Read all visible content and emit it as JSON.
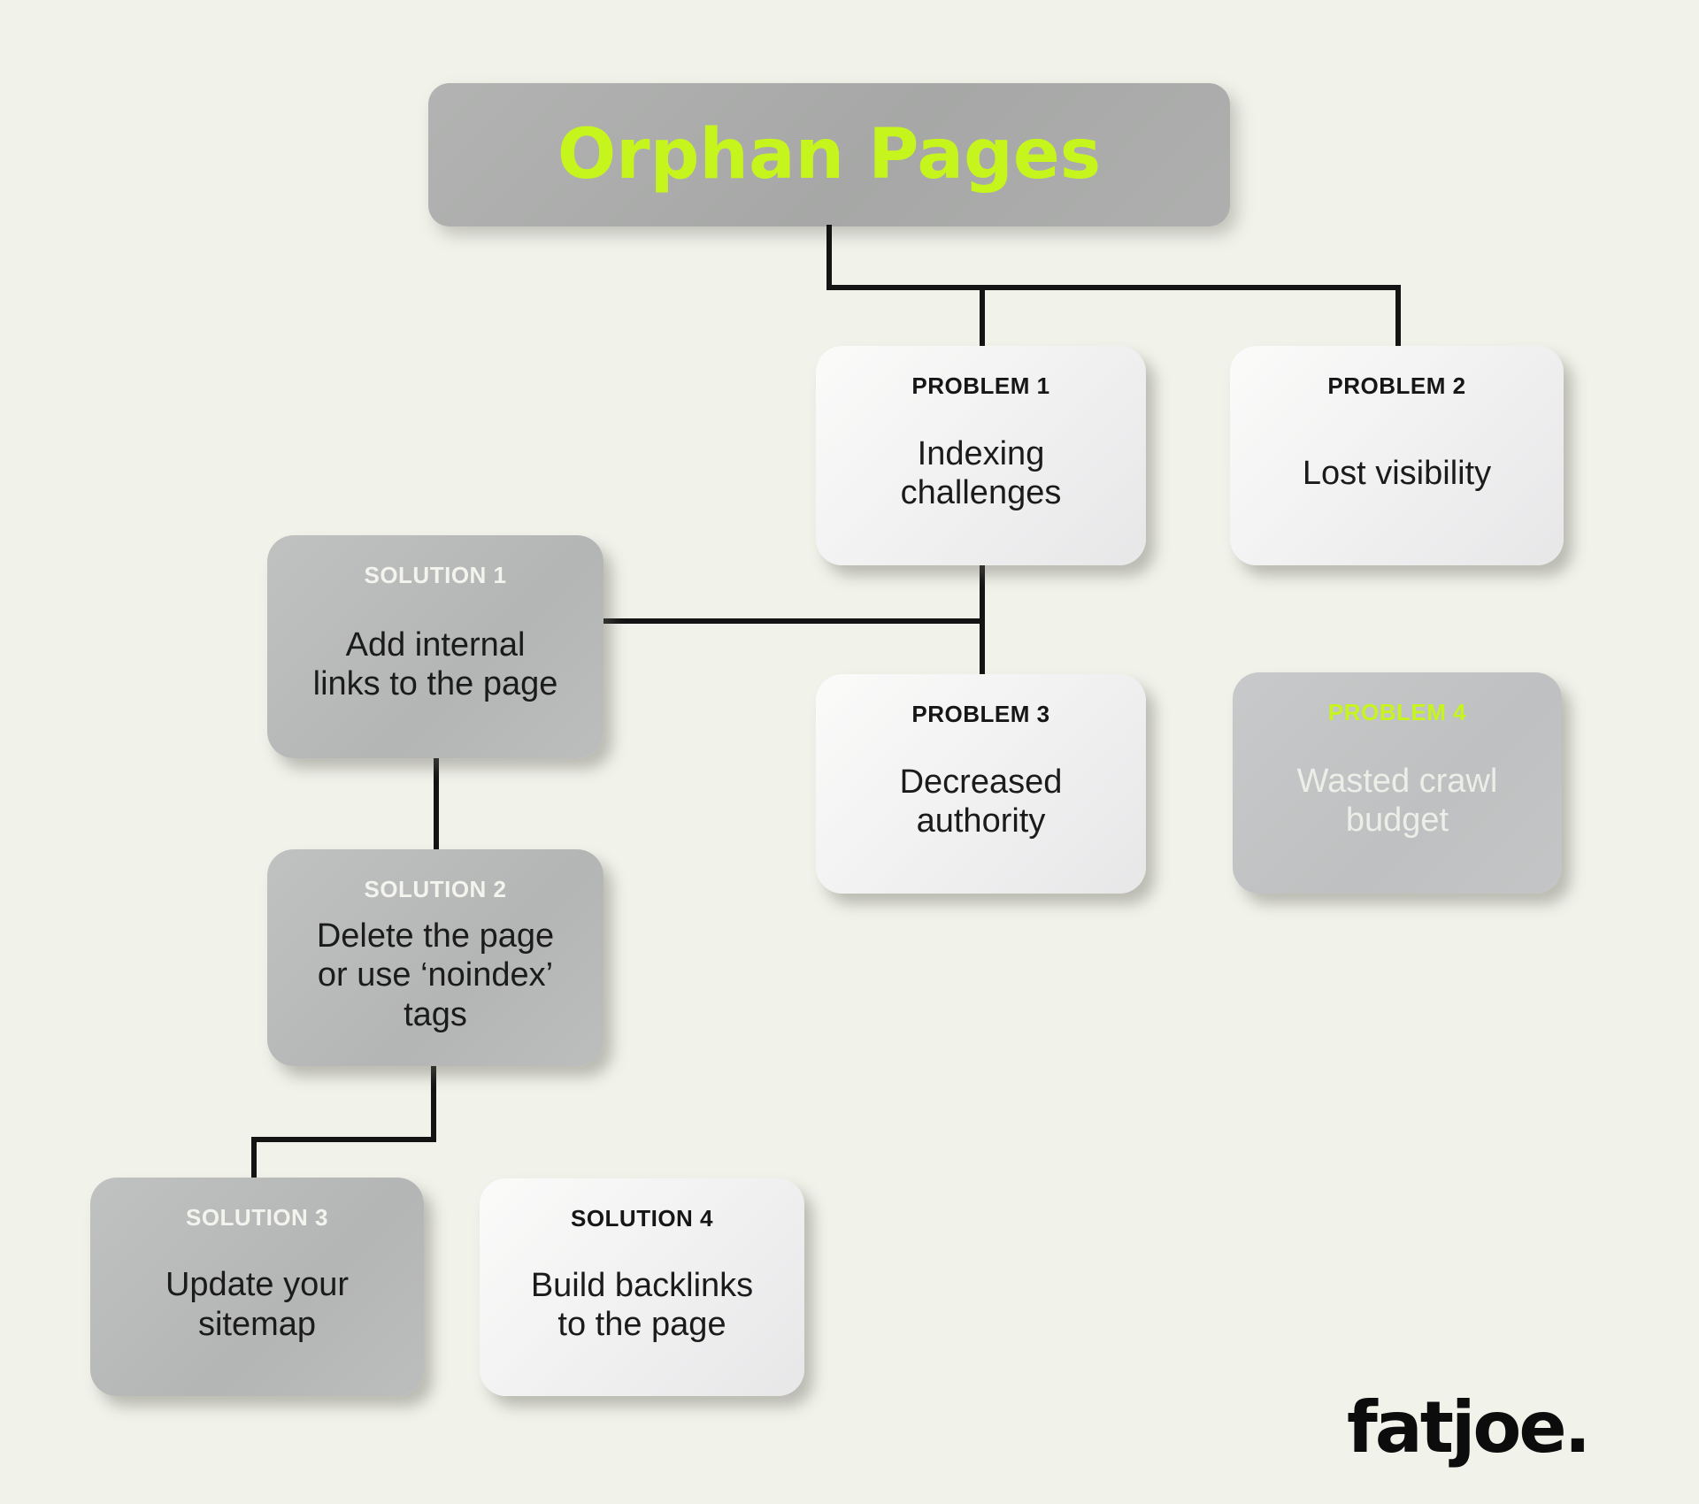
{
  "page": {
    "background_color": "#f1f2ea",
    "accent_color": "#c6f51e",
    "line_color": "#141414",
    "card_gray_color": "#b8b9b9",
    "card_light_color": "#f0f0f1"
  },
  "title": {
    "label": "Orphan Pages"
  },
  "problems": [
    {
      "label": "PROBLEM 1",
      "text": "Indexing\nchallenges"
    },
    {
      "label": "PROBLEM 2",
      "text": "Lost visibility"
    },
    {
      "label": "PROBLEM 3",
      "text": "Decreased\nauthority"
    },
    {
      "label": "PROBLEM 4",
      "text": "Wasted crawl\nbudget"
    }
  ],
  "solutions": [
    {
      "label": "SOLUTION 1",
      "text": "Add internal\nlinks to the page"
    },
    {
      "label": "SOLUTION 2",
      "text": "Delete the page\nor use ‘noindex’\ntags"
    },
    {
      "label": "SOLUTION 3",
      "text": "Update your\nsitemap"
    },
    {
      "label": "SOLUTION 4",
      "text": "Build backlinks\nto the page"
    }
  ],
  "logo": {
    "label": "fatjoe."
  }
}
